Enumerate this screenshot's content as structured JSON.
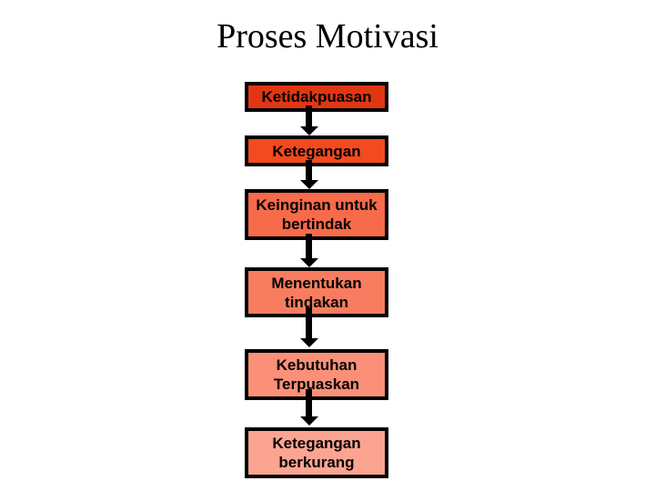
{
  "slide": {
    "title": "Proses Motivasi",
    "background_color": "#ffffff",
    "title_color": "#000000"
  },
  "flow": {
    "direction": "top-to-bottom",
    "border_color": "#000000",
    "connector_color": "#000000",
    "connector_shape": "down-arrow",
    "steps": [
      {
        "label": "Ketidakpuasan",
        "fill": "#e03712"
      },
      {
        "label": "Ketegangan",
        "fill": "#f34a1f"
      },
      {
        "label": "Keinginan untuk bertindak",
        "fill": "#f76a4a"
      },
      {
        "label": "Menentukan tindakan",
        "fill": "#f87d60"
      },
      {
        "label": "Kebutuhan Terpuaskan",
        "fill": "#fa9078"
      },
      {
        "label": "Ketegangan berkurang",
        "fill": "#fca492"
      }
    ]
  }
}
